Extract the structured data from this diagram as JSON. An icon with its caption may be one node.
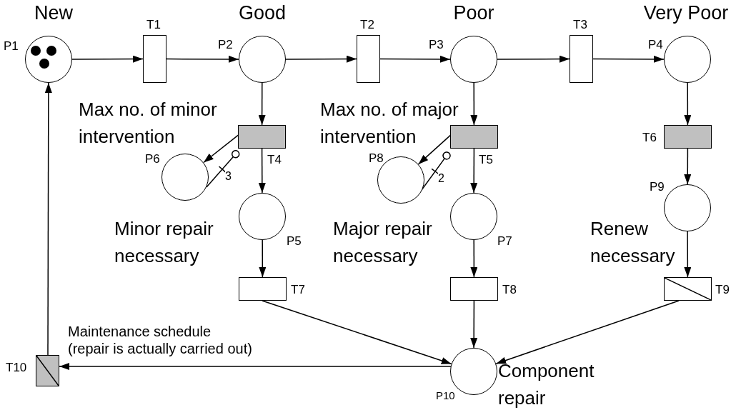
{
  "diagram": {
    "nodes": [
      {
        "text": [],
        "shape": "circle",
        "beside": [
          "New",
          "P1"
        ]
      },
      {
        "text": [],
        "shape": "box",
        "beside": [
          "T1"
        ]
      },
      {
        "text": [],
        "shape": "circle",
        "beside": [
          "Good",
          "P2"
        ]
      },
      {
        "text": [],
        "shape": "box",
        "beside": [
          "T2"
        ]
      },
      {
        "text": [],
        "shape": "circle",
        "beside": [
          "Poor",
          "P3"
        ]
      },
      {
        "text": [],
        "shape": "box",
        "beside": [
          "T3"
        ]
      },
      {
        "text": [],
        "shape": "circle",
        "beside": [
          "Very Poor",
          "P4"
        ]
      },
      {
        "text": [],
        "shape": "box",
        "beside": [
          "T4"
        ]
      },
      {
        "text": [],
        "shape": "box",
        "beside": [
          "T5"
        ]
      },
      {
        "text": [],
        "shape": "box",
        "beside": [
          "T6"
        ]
      },
      {
        "text": [],
        "shape": "circle",
        "beside": [
          "Max no. of minor intervention",
          "P6"
        ]
      },
      {
        "text": [],
        "shape": "circle",
        "beside": [
          "Minor repair necessary",
          "P5"
        ]
      },
      {
        "text": [],
        "shape": "circle",
        "beside": [
          "Max no. of major intervention",
          "P8"
        ]
      },
      {
        "text": [],
        "shape": "circle",
        "beside": [
          "Major repair necessary",
          "P7"
        ]
      },
      {
        "text": [],
        "shape": "circle",
        "beside": [
          "Renew necessary",
          "P9"
        ]
      },
      {
        "text": [],
        "shape": "box",
        "beside": [
          "T7"
        ]
      },
      {
        "text": [],
        "shape": "box",
        "beside": [
          "T8"
        ]
      },
      {
        "text": [],
        "shape": "box",
        "beside": [
          "T9"
        ]
      },
      {
        "text": [],
        "shape": "box",
        "beside": [
          "Maintenance schedule",
          "(repair is actually carried out)",
          "T10"
        ]
      },
      {
        "text": [],
        "shape": "circle",
        "beside": [
          "P10",
          "Component repair"
        ]
      }
    ],
    "edges": [
      {
        "from": 0,
        "to": 1,
        "arrow": "to"
      },
      {
        "from": 1,
        "to": 2,
        "arrow": "to"
      },
      {
        "from": 2,
        "to": 3,
        "arrow": "to"
      },
      {
        "from": 3,
        "to": 4,
        "arrow": "to"
      },
      {
        "from": 4,
        "to": 5,
        "arrow": "to"
      },
      {
        "from": 5,
        "to": 6,
        "arrow": "to"
      },
      {
        "from": 2,
        "to": 7,
        "arrow": "to"
      },
      {
        "from": 4,
        "to": 8,
        "arrow": "to"
      },
      {
        "from": 6,
        "to": 9,
        "arrow": "to"
      },
      {
        "from": 7,
        "to": 10,
        "arrow": "to"
      },
      {
        "from": 10,
        "to": 7,
        "arrow": "other",
        "label": "3"
      },
      {
        "from": 7,
        "to": 11,
        "arrow": "to"
      },
      {
        "from": 8,
        "to": 12,
        "arrow": "to"
      },
      {
        "from": 12,
        "to": 8,
        "arrow": "other",
        "label": "2"
      },
      {
        "from": 8,
        "to": 13,
        "arrow": "to"
      },
      {
        "from": 9,
        "to": 14,
        "arrow": "to"
      },
      {
        "from": 11,
        "to": 15,
        "arrow": "to"
      },
      {
        "from": 13,
        "to": 16,
        "arrow": "to"
      },
      {
        "from": 14,
        "to": 17,
        "arrow": "to"
      },
      {
        "from": 15,
        "to": 19,
        "arrow": "to"
      },
      {
        "from": 16,
        "to": 19,
        "arrow": "to"
      },
      {
        "from": 17,
        "to": 19,
        "arrow": "to"
      },
      {
        "from": 19,
        "to": 18,
        "arrow": "to"
      },
      {
        "from": 18,
        "to": 0,
        "arrow": "to"
      }
    ]
  }
}
